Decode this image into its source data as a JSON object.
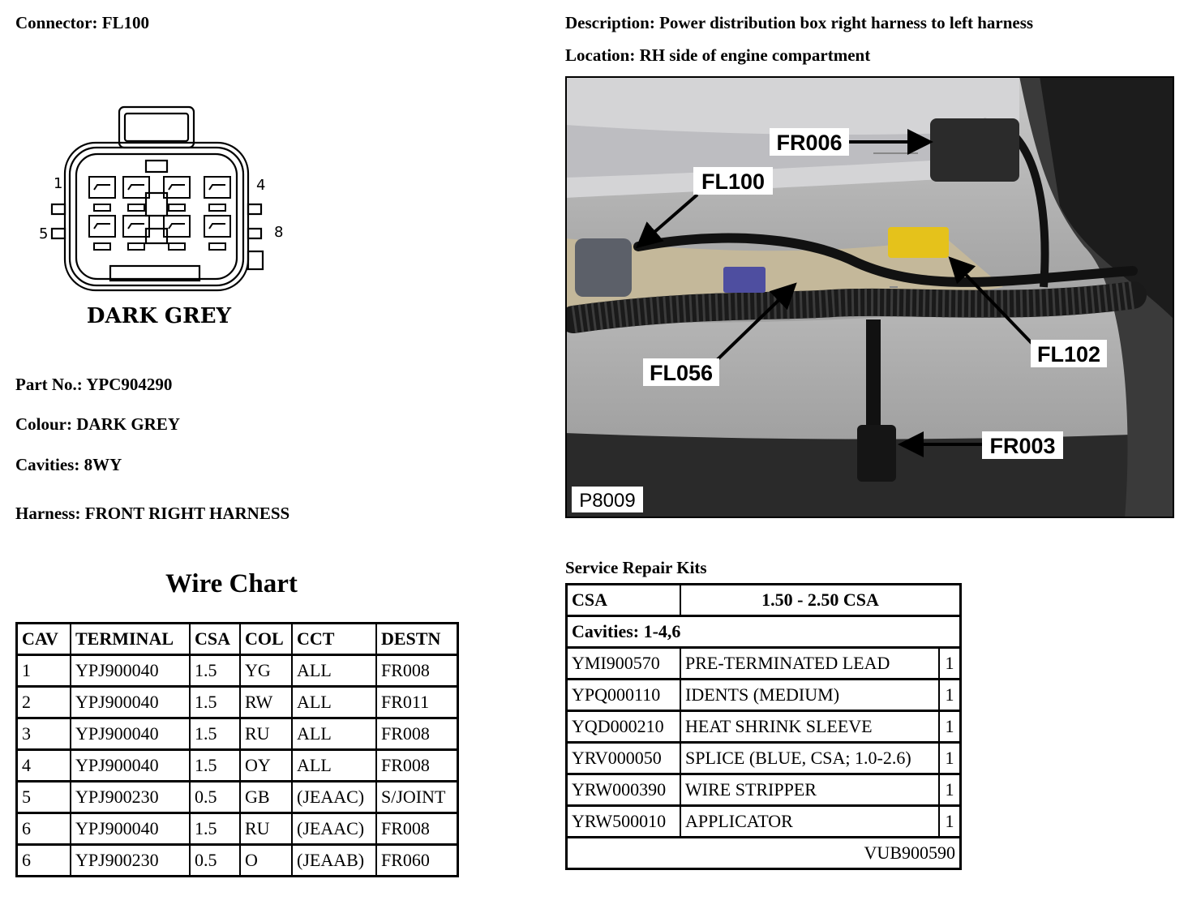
{
  "header": {
    "connector": "Connector: FL100",
    "description": "Description: Power distribution box right harness to left harness",
    "location": "Location: RH side of engine compartment"
  },
  "connector_diagram": {
    "pin_labels": [
      "1",
      "4",
      "5",
      "8"
    ],
    "colour_label": "DARK GREY"
  },
  "part_info": {
    "part_no": "Part No.: YPC904290",
    "colour": "Colour: DARK GREY",
    "cavities": "Cavities: 8WY",
    "harness": "Harness: FRONT RIGHT HARNESS"
  },
  "photo": {
    "callouts": [
      "FR006",
      "FL100",
      "FL056",
      "FL102",
      "FR003"
    ],
    "code": "P8009"
  },
  "wire_chart": {
    "title": "Wire Chart",
    "headers": [
      "CAV",
      "TERMINAL",
      "CSA",
      "COL",
      "CCT",
      "DESTN"
    ],
    "rows": [
      [
        "1",
        "YPJ900040",
        "1.5",
        "YG",
        "ALL",
        "FR008"
      ],
      [
        "2",
        "YPJ900040",
        "1.5",
        "RW",
        "ALL",
        "FR011"
      ],
      [
        "3",
        "YPJ900040",
        "1.5",
        "RU",
        "ALL",
        "FR008"
      ],
      [
        "4",
        "YPJ900040",
        "1.5",
        "OY",
        "ALL",
        "FR008"
      ],
      [
        "5",
        "YPJ900230",
        "0.5",
        "GB",
        "(JEAAC)",
        "S/JOINT"
      ],
      [
        "6",
        "YPJ900040",
        "1.5",
        "RU",
        "(JEAAC)",
        "FR008"
      ],
      [
        "6",
        "YPJ900230",
        "0.5",
        "O",
        "(JEAAB)",
        "FR060"
      ]
    ]
  },
  "service_kits": {
    "title": "Service Repair Kits",
    "csa_label": "CSA",
    "csa_value": "1.50 - 2.50 CSA",
    "cavities": "Cavities: 1-4,6",
    "items": [
      [
        "YMI900570",
        "PRE-TERMINATED LEAD",
        "1"
      ],
      [
        "YPQ000110",
        "IDENTS (MEDIUM)",
        "1"
      ],
      [
        "YQD000210",
        "HEAT SHRINK SLEEVE",
        "1"
      ],
      [
        "YRV000050",
        "SPLICE (BLUE, CSA; 1.0-2.6)",
        "1"
      ],
      [
        "YRW000390",
        "WIRE STRIPPER",
        "1"
      ],
      [
        "YRW500010",
        "APPLICATOR",
        "1"
      ]
    ],
    "kit_number": "VUB900590"
  }
}
